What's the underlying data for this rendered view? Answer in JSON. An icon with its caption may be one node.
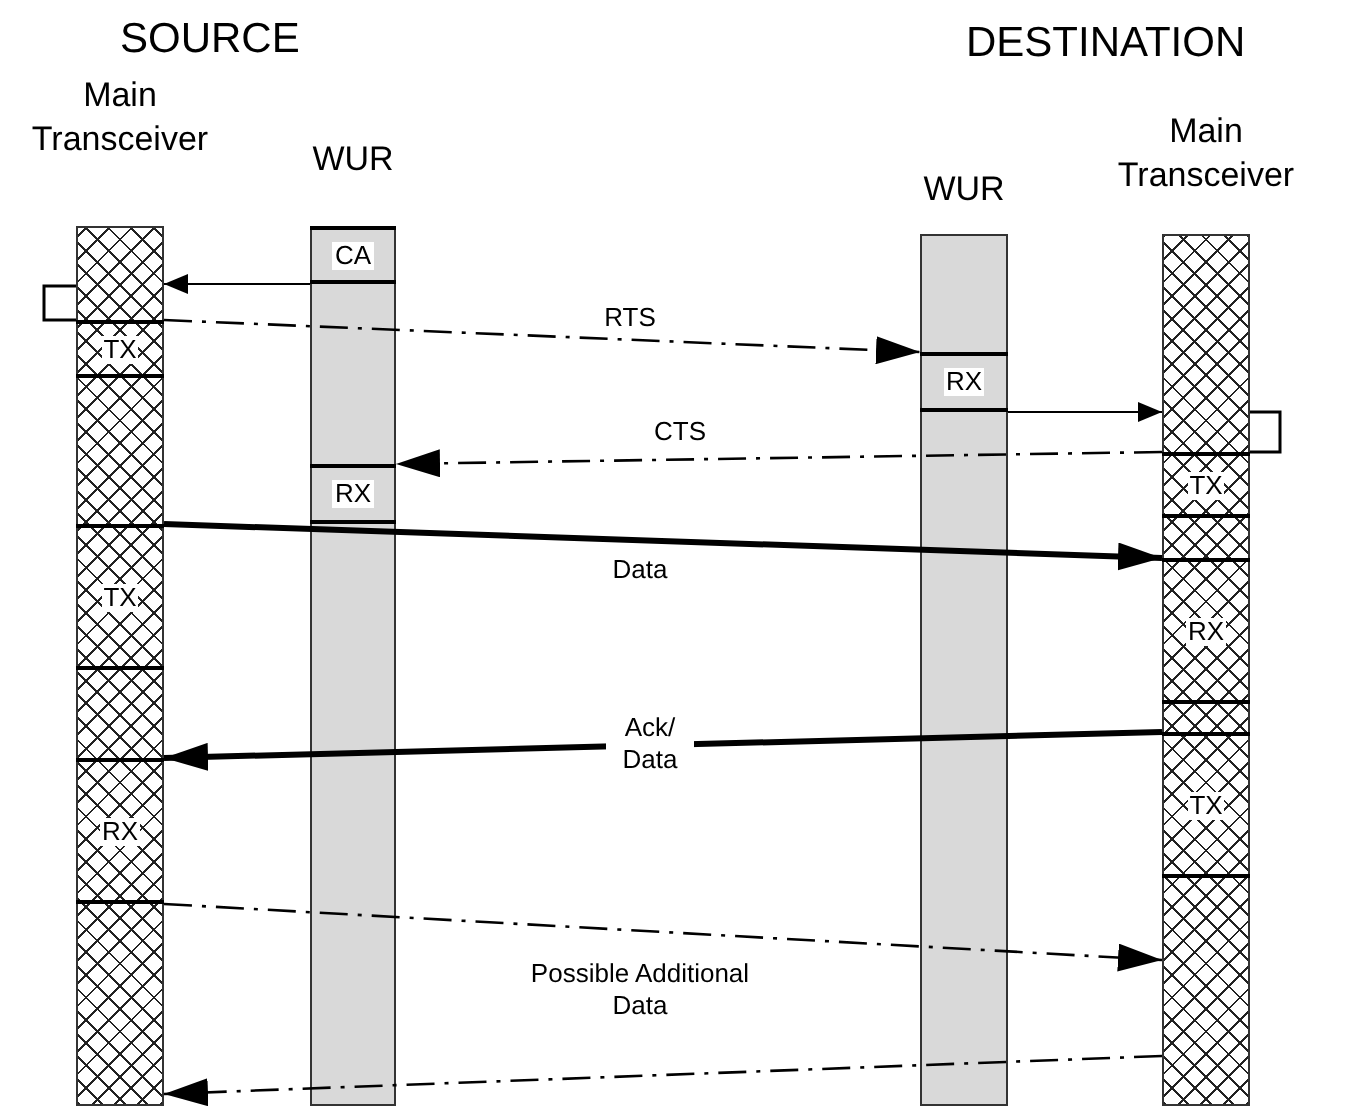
{
  "diagram": {
    "nodes": [
      {
        "text": [
          "Main Transceiver"
        ]
      },
      {
        "text": [
          "WUR"
        ]
      },
      {
        "text": [
          "WUR"
        ]
      },
      {
        "text": [
          "Main Transceiver"
        ]
      },
      {
        "text": [
          "CA"
        ],
        "in": 1
      },
      {
        "text": [
          "TX"
        ],
        "in": 0
      },
      {
        "text": [
          "RX"
        ],
        "in": 1
      },
      {
        "text": [
          "TX"
        ],
        "in": 0
      },
      {
        "text": [
          "RX"
        ],
        "in": 0
      },
      {
        "text": [
          "RX"
        ],
        "in": 2
      },
      {
        "text": [
          "TX"
        ],
        "in": 3
      },
      {
        "text": [
          "RX"
        ],
        "in": 3
      },
      {
        "text": [
          "TX"
        ],
        "in": 3
      }
    ],
    "edges": [
      {
        "from": 4,
        "to": 0,
        "arrow": "to"
      },
      {
        "from": 5,
        "to": 9,
        "arrow": "to",
        "label": "RTS",
        "style": "dashed"
      },
      {
        "from": 9,
        "to": 3,
        "arrow": "to"
      },
      {
        "from": 10,
        "to": 6,
        "arrow": "to",
        "label": "CTS",
        "style": "dashed"
      },
      {
        "from": 7,
        "to": 11,
        "arrow": "to",
        "label": "Data",
        "style": "thick"
      },
      {
        "from": 12,
        "to": 8,
        "arrow": "to",
        "label": "Ack/ Data",
        "style": "thick"
      },
      {
        "from": 8,
        "to": 3,
        "arrow": "to",
        "label": "Possible Additional Data",
        "style": "dashed"
      },
      {
        "from": 3,
        "to": 0,
        "arrow": "to",
        "style": "dashed"
      }
    ],
    "labels": [
      "SOURCE",
      "DESTINATION"
    ]
  }
}
